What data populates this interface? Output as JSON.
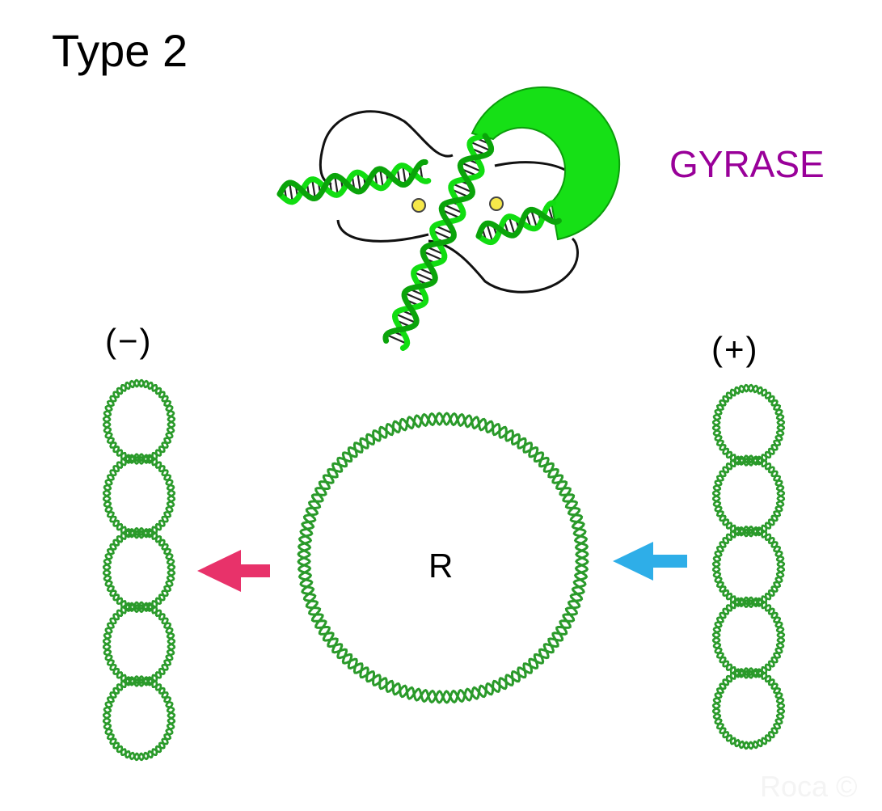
{
  "title": "Type 2",
  "enzyme": {
    "label": "GYRASE",
    "color": "#990099"
  },
  "states": {
    "negative": "(−)",
    "relaxed": "R",
    "positive": "(+)"
  },
  "watermark": "Roca ©",
  "colors": {
    "dna": "#2a9a2a",
    "helix_bright": "#11dd11",
    "gyrase": "#16e016",
    "arrow_negative": "#e8326a",
    "arrow_positive": "#2eaee8"
  },
  "icons": [
    "gyrase-clamp-icon",
    "dna-double-helix-icon",
    "supercoil-icon",
    "arrow-left-icon"
  ]
}
